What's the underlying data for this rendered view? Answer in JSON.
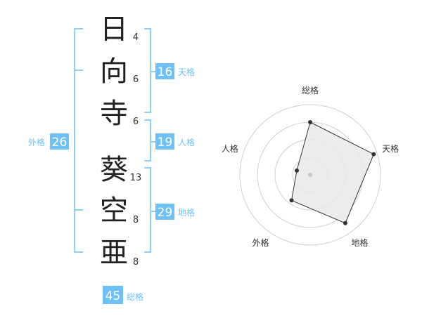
{
  "name_chars": [
    {
      "char": "日",
      "strokes": "4"
    },
    {
      "char": "向",
      "strokes": "6"
    },
    {
      "char": "寺",
      "strokes": "6"
    },
    {
      "char": "葵",
      "strokes": "13"
    },
    {
      "char": "空",
      "strokes": "8"
    },
    {
      "char": "亜",
      "strokes": "8"
    }
  ],
  "fortunes": {
    "tenkaku": {
      "label": "天格",
      "value": "16"
    },
    "jinkaku": {
      "label": "人格",
      "value": "19"
    },
    "chikaku": {
      "label": "地格",
      "value": "29"
    },
    "gaikaku": {
      "label": "外格",
      "value": "26"
    },
    "soukaku": {
      "label": "総格",
      "value": "45"
    }
  },
  "colors": {
    "accent": "#6ec1f7",
    "bracket": "#8fd0f7",
    "text": "#222222"
  },
  "chart_data": {
    "type": "radar",
    "axes": [
      "総格",
      "天格",
      "地格",
      "外格",
      "人格"
    ],
    "values": [
      0.75,
      0.95,
      0.85,
      0.45,
      0.2
    ],
    "range": [
      0,
      1
    ],
    "grid_rings": 4
  }
}
